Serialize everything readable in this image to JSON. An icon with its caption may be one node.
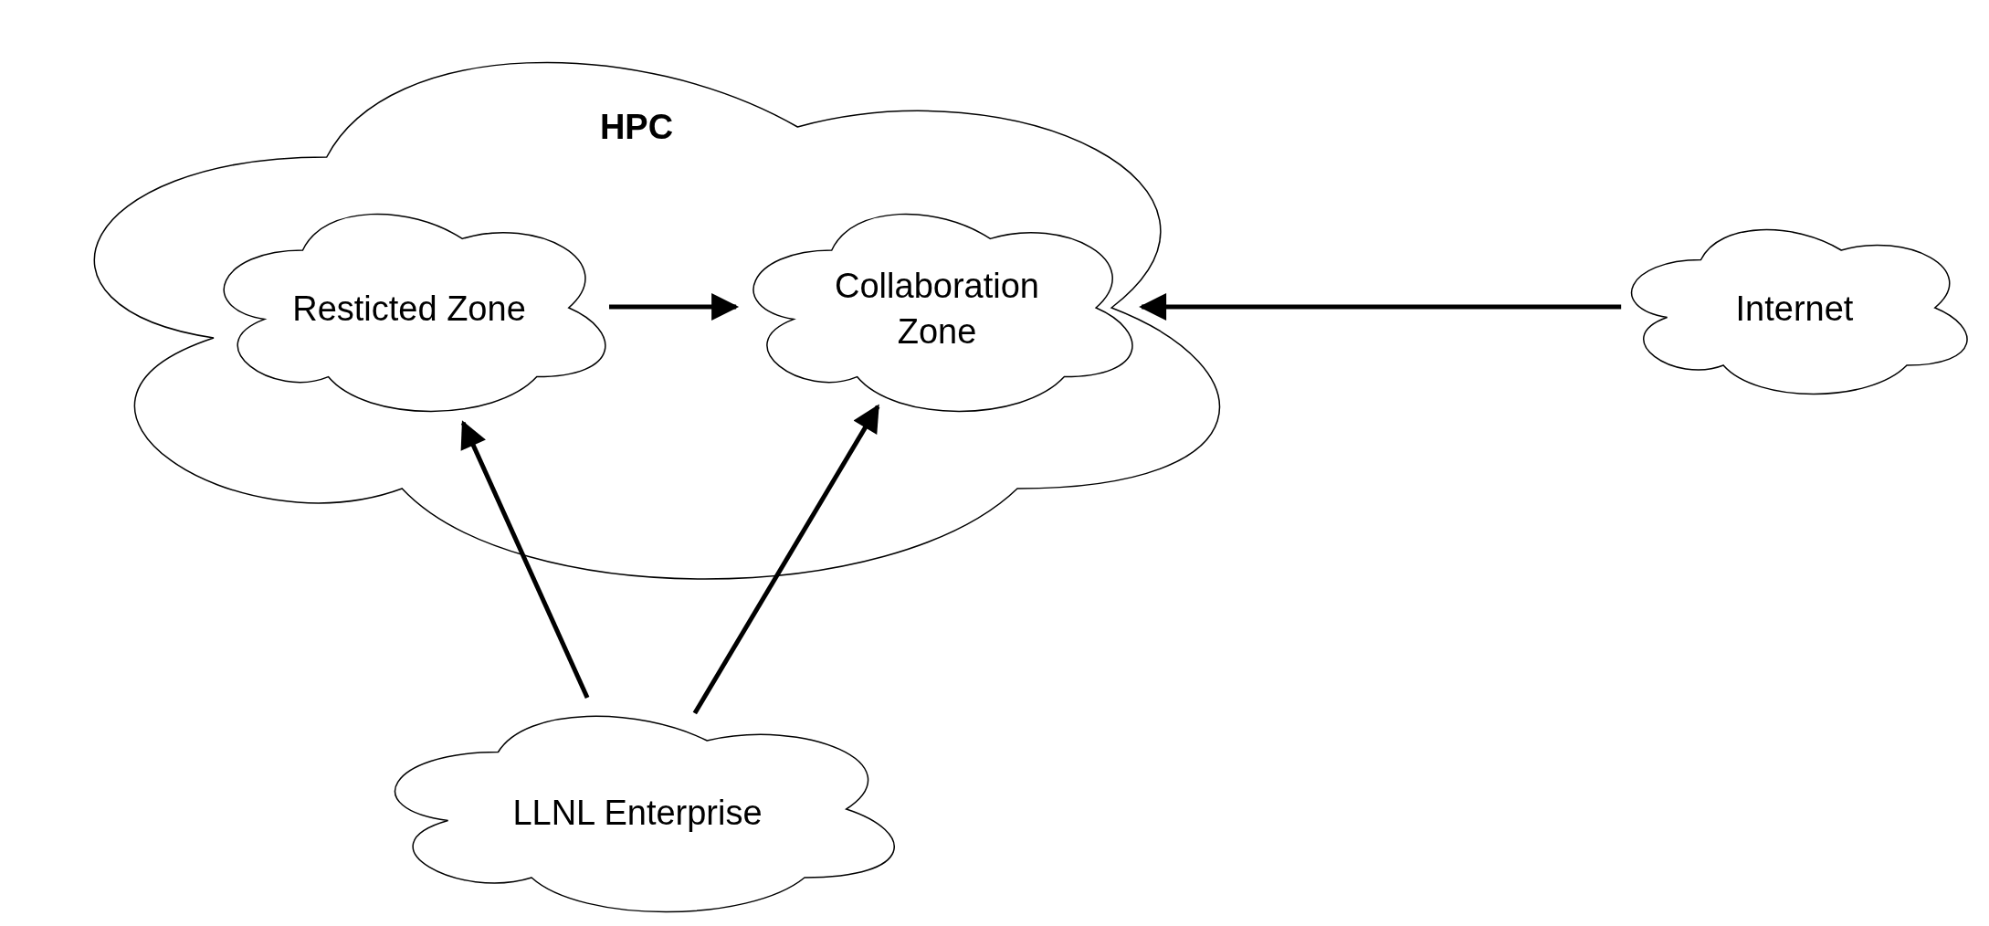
{
  "diagram": {
    "nodes": [
      {
        "text": [
          "HPC"
        ]
      },
      {
        "text": [
          "Resticted Zone"
        ],
        "in": 0
      },
      {
        "text": [
          "Collaboration Zone"
        ],
        "in": 0
      },
      {
        "text": [
          "Internet"
        ]
      },
      {
        "text": [
          "LLNL Enterprise"
        ]
      }
    ],
    "edges": [
      {
        "from": 1,
        "to": 2,
        "arrow": "to"
      },
      {
        "from": 3,
        "to": 2,
        "arrow": "to"
      },
      {
        "from": 4,
        "to": 1,
        "arrow": "to"
      },
      {
        "from": 4,
        "to": 2,
        "arrow": "to"
      }
    ]
  }
}
